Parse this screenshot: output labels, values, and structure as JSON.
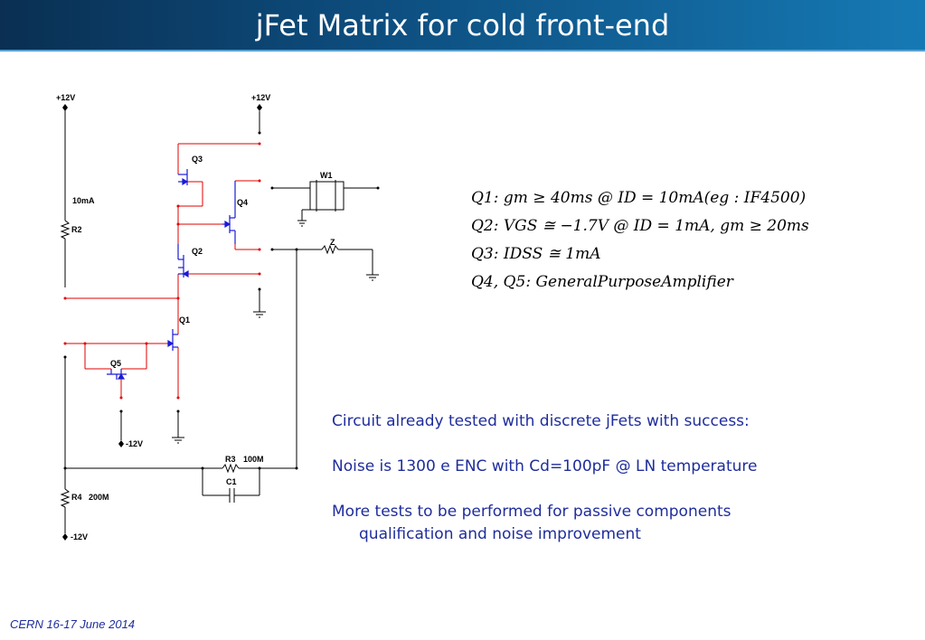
{
  "slide": {
    "title": "jFet Matrix for cold front-end",
    "footer": "CERN 16-17 June 2014"
  },
  "schematic": {
    "labels": {
      "vcc_left": "+12V",
      "vcc_right": "+12V",
      "q3": "Q3",
      "q4": "Q4",
      "q2": "Q2",
      "q1": "Q1",
      "q5": "Q5",
      "w1": "W1",
      "z": "Z",
      "r2": "R2",
      "r2_value": "10mA",
      "r3": "R3",
      "r3_value": "100M",
      "c1": "C1",
      "r4": "R4",
      "r4_value": "200M",
      "vee_mid": "-12V",
      "vee_bottom": "-12V"
    }
  },
  "equations": [
    "Q1: gm ≥ 40ms @ ID = 10mA(eg : IF4500)",
    "Q2: VGS ≅ −1.7V @ ID = 1mA, gm ≥ 20ms",
    "Q3: IDSS ≅ 1mA",
    "Q4, Q5: GeneralPurposeAmplifier"
  ],
  "notes": [
    "Circuit already tested with discrete jFets with success:",
    "Noise is 1300 e ENC with Cd=100pF @ LN temperature",
    "More tests to be performed for passive components",
    "qualification and noise improvement"
  ],
  "colors": {
    "wire_red": "#e00000",
    "wire_black": "#000000",
    "fet_blue": "#1a1ad8",
    "note_blue": "#1f2d9c",
    "header_dark": "#0a2f52",
    "header_light": "#1679b4"
  }
}
